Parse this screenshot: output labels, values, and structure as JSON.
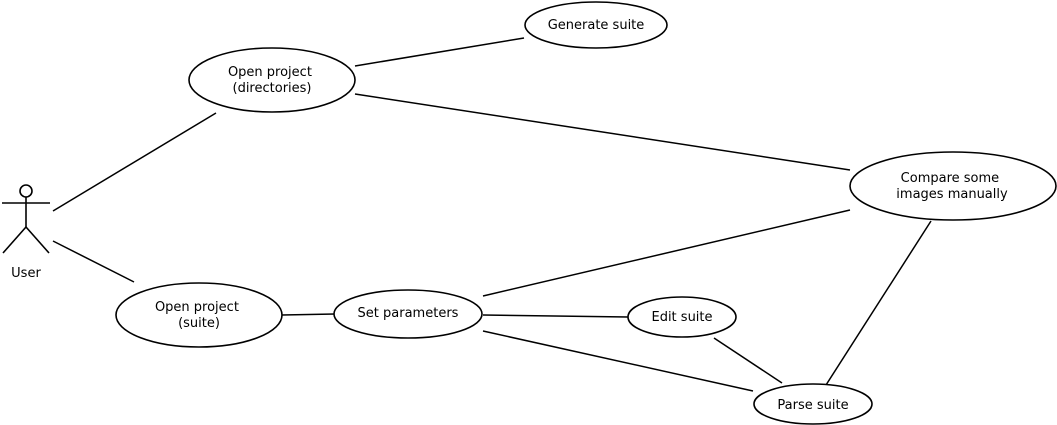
{
  "diagram": {
    "type": "use-case",
    "actor": {
      "label": "User"
    },
    "use_cases": {
      "open_project_directories": {
        "lines": [
          "Open project",
          "(directories)"
        ]
      },
      "generate_suite": {
        "lines": [
          "Generate suite"
        ]
      },
      "compare_images": {
        "lines": [
          "Compare some",
          "images manually"
        ]
      },
      "open_project_suite": {
        "lines": [
          "Open project",
          "(suite)"
        ]
      },
      "set_parameters": {
        "lines": [
          "Set parameters"
        ]
      },
      "edit_suite": {
        "lines": [
          "Edit suite"
        ]
      },
      "parse_suite": {
        "lines": [
          "Parse suite"
        ]
      }
    },
    "associations": [
      [
        "user",
        "open_project_directories"
      ],
      [
        "user",
        "open_project_suite"
      ],
      [
        "open_project_directories",
        "generate_suite"
      ],
      [
        "open_project_directories",
        "compare_images"
      ],
      [
        "open_project_suite",
        "set_parameters"
      ],
      [
        "set_parameters",
        "compare_images"
      ],
      [
        "set_parameters",
        "edit_suite"
      ],
      [
        "set_parameters",
        "parse_suite"
      ],
      [
        "edit_suite",
        "parse_suite"
      ],
      [
        "compare_images",
        "parse_suite"
      ]
    ]
  }
}
